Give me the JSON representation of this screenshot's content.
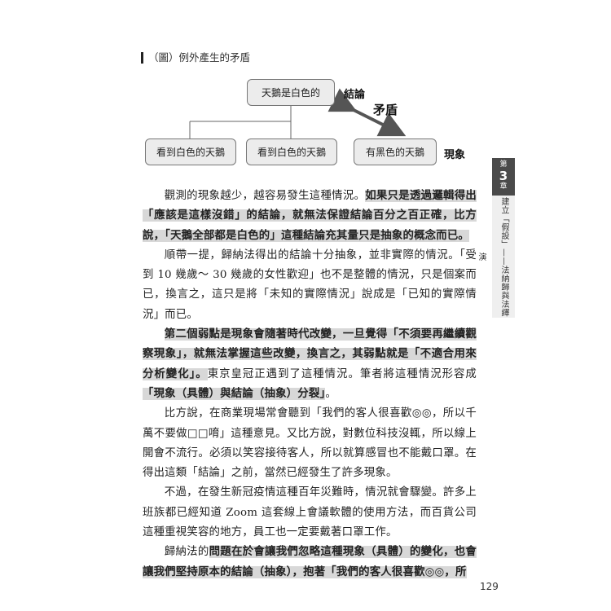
{
  "figure": {
    "title": "（圖）例外產生的矛盾",
    "conclusion_box": "天鵝是白色的",
    "conclusion_label": "結論",
    "contradiction_label": "矛盾",
    "observation_boxes": [
      "看到白色的天鵝",
      "看到白色的天鵝",
      "有黑色的天鵝"
    ],
    "phenomenon_label": "現象"
  },
  "body": {
    "p1": [
      "觀測的現象越少，越容易發生這種情況。",
      "如果只是透過邏輯得出「應該是這樣沒錯」的結論，就無法保證結論百分之百正確，比方說，「天鵝全部都是白色的」這種結論充其量只是抽象的概念而已。"
    ],
    "p2": "順帶一提，歸納法得出的結論十分抽象，並非實際的情況。「受到 10 幾歲～ 30 幾歲的女性歡迎」也不是整體的情況，只是個案而已，換言之，這只是將「未知的實際情況」說成是「已知的實際情況」而已。",
    "p3": [
      "第二個弱點是現象會隨著時代改變，一旦覺得「不須要再繼續觀察現象」，就無法掌握這些改變，換言之，其弱點就是「不適合用來分析變化」。",
      "東京皇冠正遇到了這種情況。筆者將這種情況形容成",
      "「現象（具體）與結論（抽象）分裂」",
      "。"
    ],
    "p4": "比方說，在商業現場常會聽到「我們的客人很喜歡◎◎，所以千萬不要做□□唷」這種意見。又比方說，對數位科技沒輒，所以線上開會不流行。必須以笑容接待客人，所以就算感冒也不能戴口罩。在得出這類「結論」之前，當然已經發生了許多現象。",
    "p5": "不過，在發生新冠疫情這種百年災難時，情況就會驟變。許多上班族都已經知道 Zoom 這套線上會議軟體的使用方法，而百貨公司這種重視笑容的地方，員工也一定要戴著口罩工作。",
    "p6": [
      "歸納法的",
      "問題在於會讓我們忽略這種現象（具體）的變化，也會讓我們堅持原本的結論（抽象），抱著「我們的客人很喜歡◎◎，所"
    ]
  },
  "side_tab": {
    "chapter_prefix": "第",
    "chapter_num": "3",
    "chapter_suffix": "章",
    "chapter_title": "建立「假設」——法納歸與法繹演"
  },
  "page_number": "129"
}
